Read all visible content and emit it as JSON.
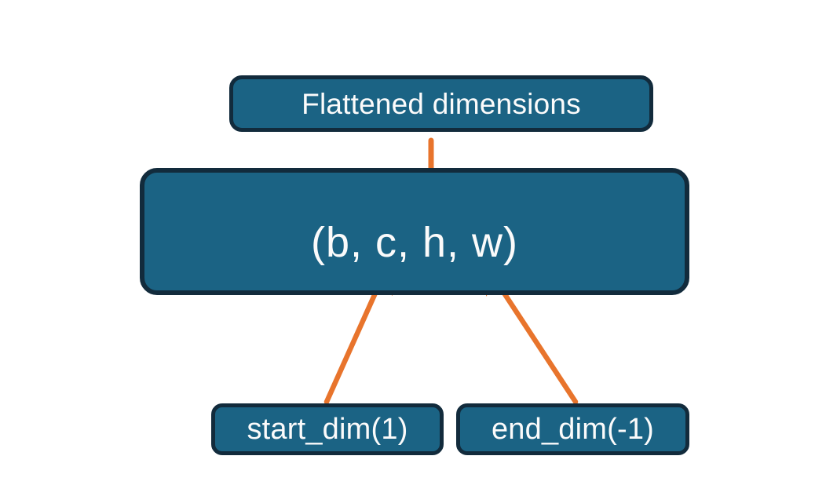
{
  "diagram": {
    "title_text": "Flattened dimensions",
    "background_color": "#ffffff",
    "node_fill_color": "#1b6384",
    "node_border_color": "#122b3c",
    "node_text_color": "#fbfbfb",
    "connector_color": "#e8742c",
    "nodes": {
      "flattened": {
        "label": "Flattened dimensions"
      },
      "shape": {
        "label": "(b, c, h, w)"
      },
      "start_dim": {
        "label": "start_dim(1)"
      },
      "end_dim": {
        "label": "end_dim(-1)"
      }
    },
    "connectors": [
      {
        "name": "brace-over-c-h-w",
        "from": "shape-dims-c-h-w",
        "to": "flattened",
        "style": "curly-brace-with-stem"
      },
      {
        "name": "start-dim-arrow",
        "from": "start_dim",
        "to": "shape-dim-c",
        "style": "arrow"
      },
      {
        "name": "end-dim-arrow",
        "from": "end_dim",
        "to": "shape-dim-w",
        "style": "arrow"
      }
    ]
  }
}
